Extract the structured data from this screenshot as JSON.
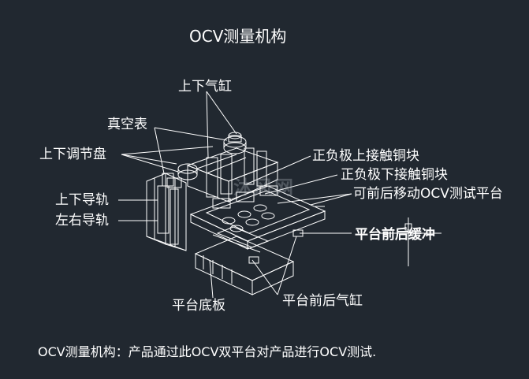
{
  "title": "OCV测量机构",
  "caption": "OCV测量机构：产品通过此OCV双平台对产品进行OCV测试.",
  "watermark": "沐风网",
  "labels": {
    "cylinder_up_down": "上下气缸",
    "vacuum_gauge": "真空表",
    "adjust_plate": "上下调节盘",
    "guide_up_down": "上下导轨",
    "guide_left_right": "左右导轨",
    "pos_neg_upper_contact": "正负极上接触铜块",
    "pos_neg_lower_contact": "正负极下接触铜块",
    "movable_platform": "可前后移动OCV测试平台",
    "platform_buffer": "平台前后缓冲",
    "platform_base": "平台底板",
    "platform_cylinder": "平台前后气缸"
  },
  "colors": {
    "background": "#212830",
    "line": "#ffffff"
  }
}
